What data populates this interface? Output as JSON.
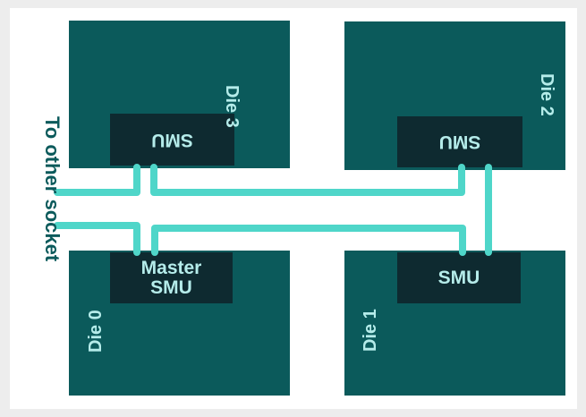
{
  "colors": {
    "background": "#ededed",
    "panel": "#ffffff",
    "die": "#0b5a5b",
    "smu": "#0e2a30",
    "text_light": "#b5ecea",
    "bus": "#4fd6c9",
    "label_dark": "#0b5a5b"
  },
  "side_label": "To other socket",
  "dies": {
    "die0": {
      "label": "Die 0",
      "smu_line1": "Master",
      "smu_line2": "SMU"
    },
    "die1": {
      "label": "Die 1",
      "smu": "SMU"
    },
    "die2": {
      "label": "Die 2",
      "smu": "SMU"
    },
    "die3": {
      "label": "Die 3",
      "smu": "SMU"
    }
  }
}
